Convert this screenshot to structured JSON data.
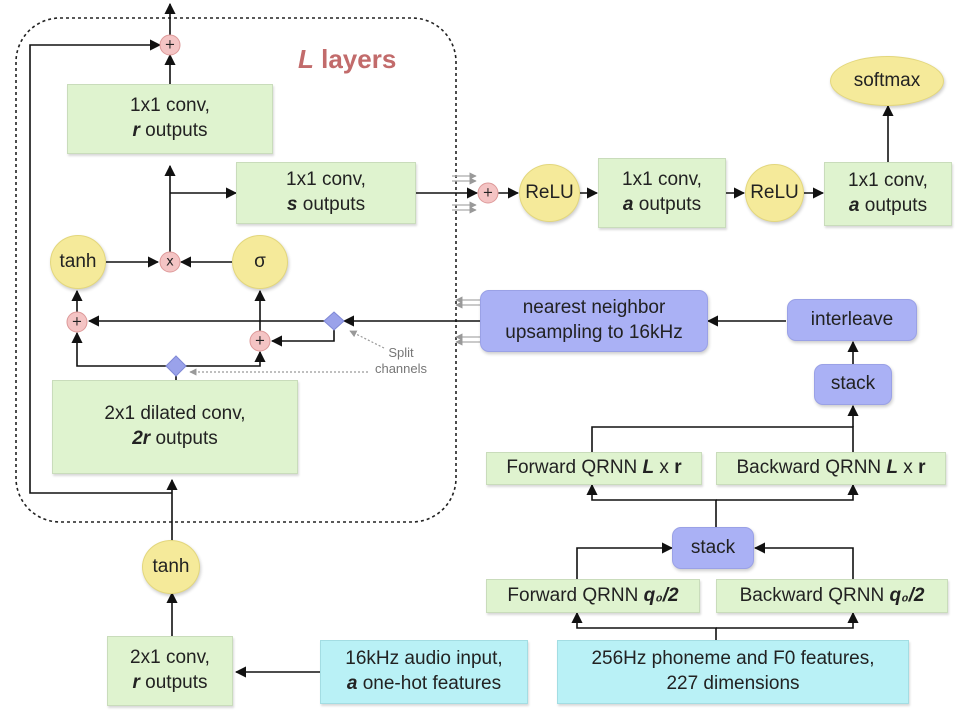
{
  "title": {
    "prefix": "L",
    "rest": " layers"
  },
  "layer": {
    "top_conv": {
      "line1": "1x1 conv,",
      "em": "r",
      "suffix": " outputs"
    },
    "skip_conv": {
      "line1": "1x1 conv,",
      "em": "s",
      "suffix": " outputs"
    },
    "tanh": "tanh",
    "sigma": "σ",
    "dilated_conv": {
      "line1": "2x1 dilated conv,",
      "em": "2r",
      "suffix": " outputs"
    }
  },
  "split_note": {
    "line1": "Split",
    "line2": "channels"
  },
  "operators": {
    "plus": "+",
    "times": "x"
  },
  "input_chain": {
    "tanh": "tanh",
    "conv": {
      "line1": "2x1 conv,",
      "em": "r",
      "suffix": " outputs"
    },
    "audio": {
      "line1": "16kHz audio input,",
      "em": "a",
      "suffix": " one-hot features"
    }
  },
  "output_chain": {
    "relu1": "ReLU",
    "conv1": {
      "line1": "1x1 conv,",
      "em": "a",
      "suffix": " outputs"
    },
    "relu2": "ReLU",
    "conv2": {
      "line1": "1x1 conv,",
      "em": "a",
      "suffix": " outputs"
    },
    "softmax": "softmax"
  },
  "conditioning": {
    "upsample": {
      "line1": "nearest neighbor",
      "line2": "upsampling to 16kHz"
    },
    "interleave": "interleave",
    "stack_top": "stack",
    "fwd_qrnn_top": {
      "prefix": "Forward QRNN ",
      "L": "L",
      "x": " x ",
      "r": "r"
    },
    "bwd_qrnn_top": {
      "prefix": "Backward QRNN ",
      "L": "L",
      "x": " x ",
      "r": "r"
    },
    "stack_bottom": "stack",
    "fwd_qrnn_bottom": {
      "prefix": "Forward QRNN ",
      "q": "q₀/2"
    },
    "bwd_qrnn_bottom": {
      "prefix": "Backward QRNN ",
      "q": "q₀/2"
    },
    "features": {
      "line1": "256Hz phoneme and F0 features,",
      "line2": "227 dimensions"
    }
  }
}
